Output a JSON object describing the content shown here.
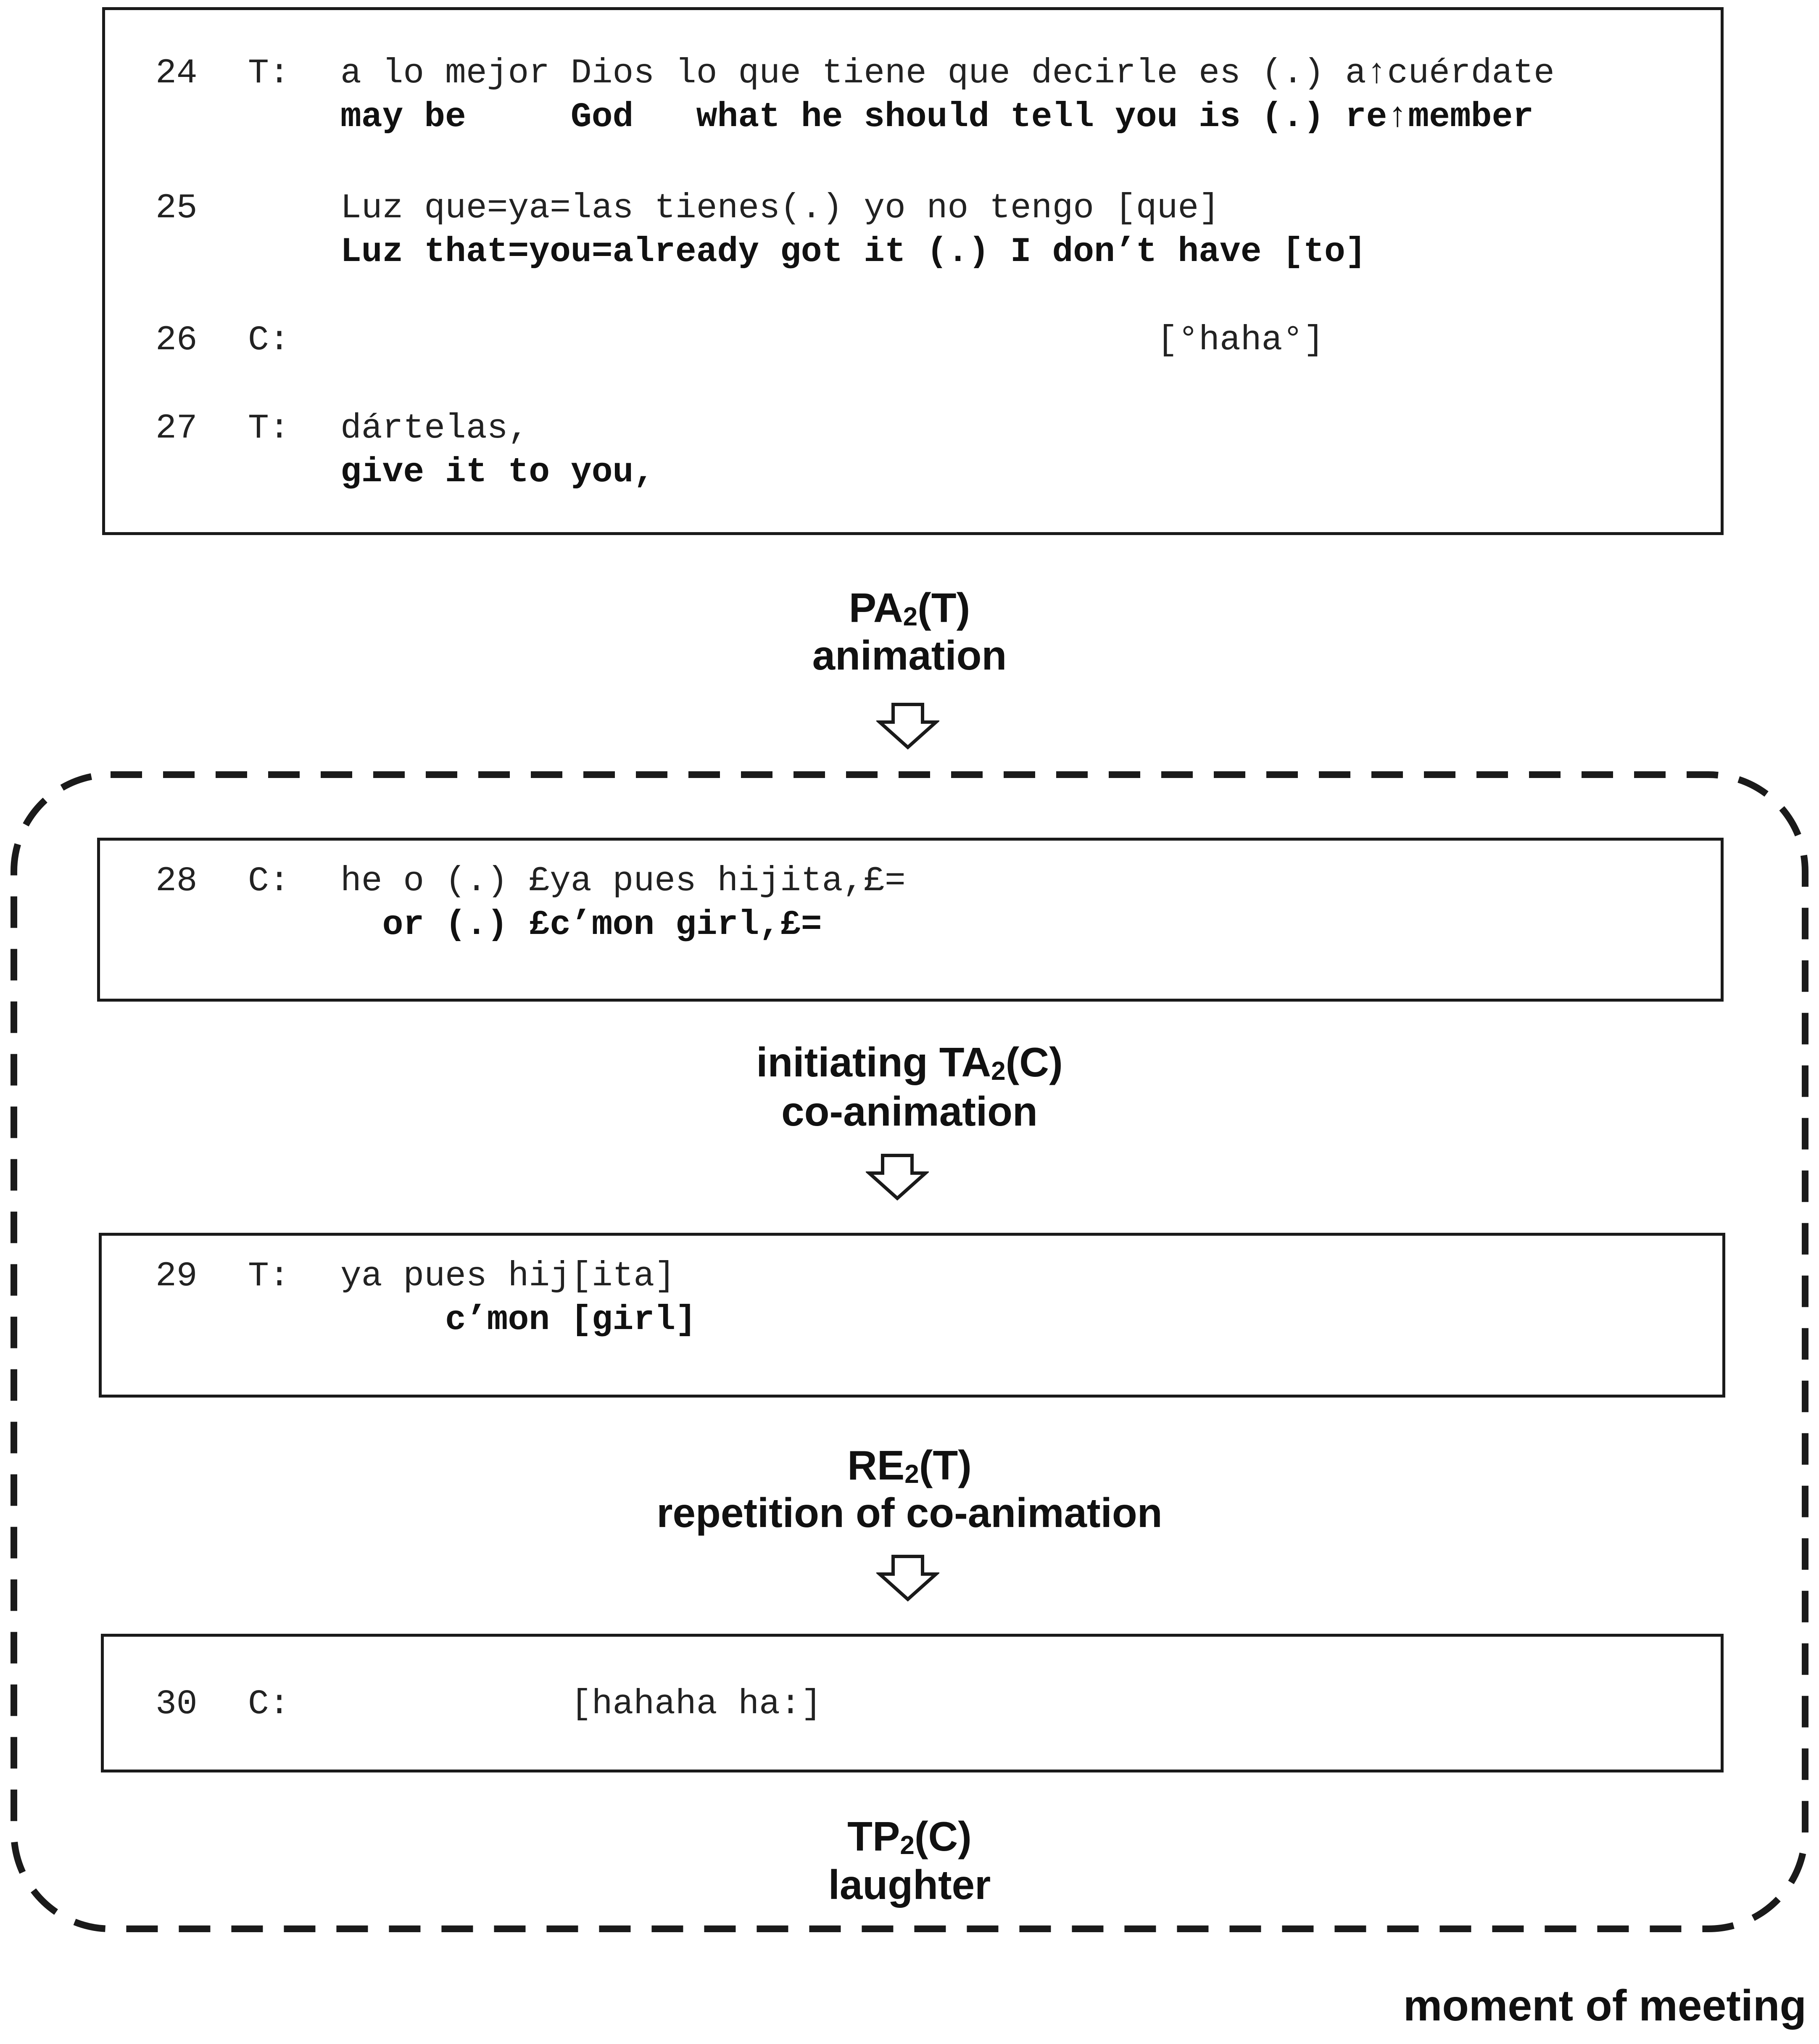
{
  "lines": {
    "l24": {
      "num": "24",
      "speaker": "T:",
      "original": "a lo mejor Dios lo que tiene que decirle es (.) a↑cuérdate",
      "gloss": "may be     God   what he should tell you is (.) re↑member"
    },
    "l25": {
      "num": "25",
      "speaker": "",
      "original": "Luz que=ya=las tienes(.) yo no tengo [que]",
      "gloss": "Luz that=you=already got it (.) I don’t have [to]"
    },
    "l26": {
      "num": "26",
      "speaker": "C:",
      "original": "                                       [°haha°]",
      "gloss": ""
    },
    "l27": {
      "num": "27",
      "speaker": "T:",
      "original": "dártelas,",
      "gloss": "give it to you,"
    },
    "l28": {
      "num": "28",
      "speaker": "C:",
      "original": "he o (.) £ya pues hijita,£=",
      "gloss": "  or (.) £c’mon girl,£="
    },
    "l29": {
      "num": "29",
      "speaker": "T:",
      "original": "ya pues hij[ita]",
      "gloss": "     c’mon [girl]"
    },
    "l30": {
      "num": "30",
      "speaker": "C:",
      "original": "           [hahaha ha:]",
      "gloss": ""
    }
  },
  "labels": {
    "pa": {
      "code": "PA",
      "sub": "2",
      "role": "(T)",
      "desc": "animation"
    },
    "ta": {
      "prefix": "initiating ",
      "code": "TA",
      "sub": "2",
      "role": "(C)",
      "desc": "co-animation"
    },
    "re": {
      "code": "RE",
      "sub": "2",
      "role": "(T)",
      "desc": "repetition of co-animation"
    },
    "tp": {
      "code": "TP",
      "sub": "2",
      "role": "(C)",
      "desc": "laughter"
    }
  },
  "footer": "moment of meeting",
  "colors": {
    "line": "#1a1a1a",
    "background": "#ffffff"
  },
  "icons": {
    "arrow": "hollow-down-arrow-icon"
  }
}
